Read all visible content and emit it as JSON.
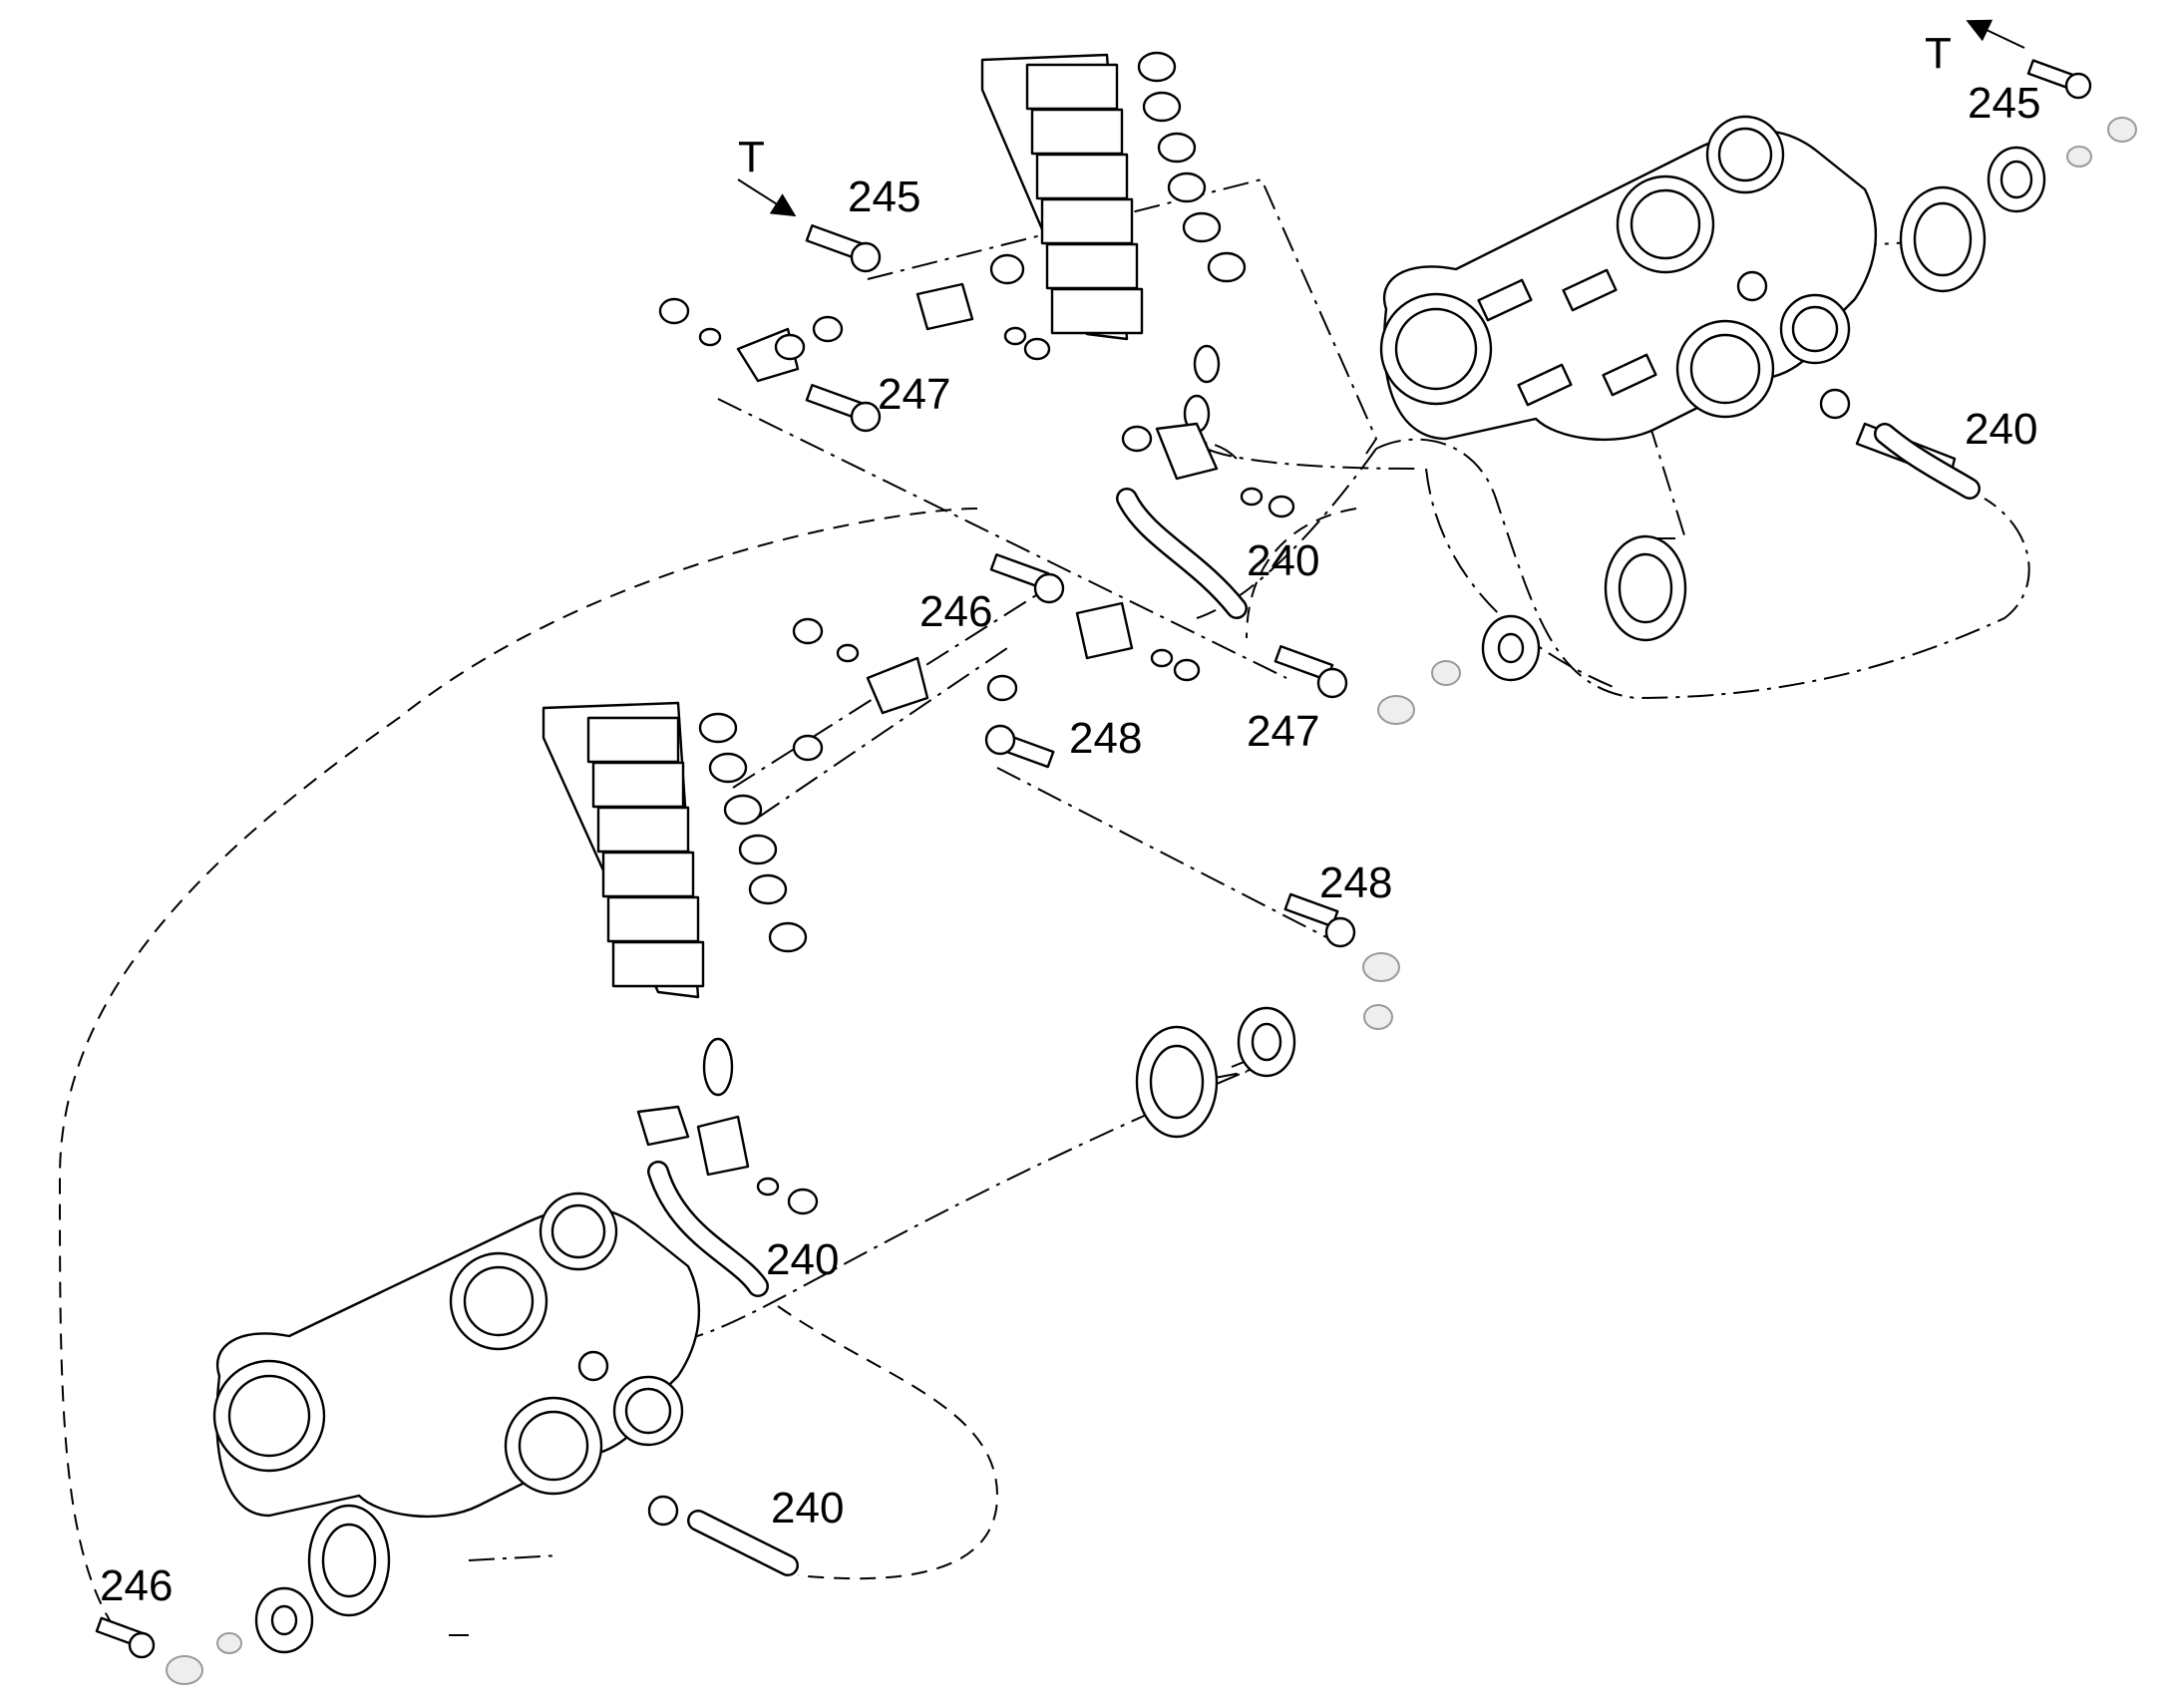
{
  "labels": {
    "t_top_right": "T",
    "n245_top_right": "245",
    "t_top_left": "T",
    "n245_top_left": "245",
    "n247_top": "247",
    "n240_top_right": "240",
    "n240_top_mid": "240",
    "n246_mid": "246",
    "n247_mid": "247",
    "n248_mid": "248",
    "n248_right": "248",
    "n240_lower_mid": "240",
    "n240_lower": "240",
    "n246_bottom": "246"
  }
}
